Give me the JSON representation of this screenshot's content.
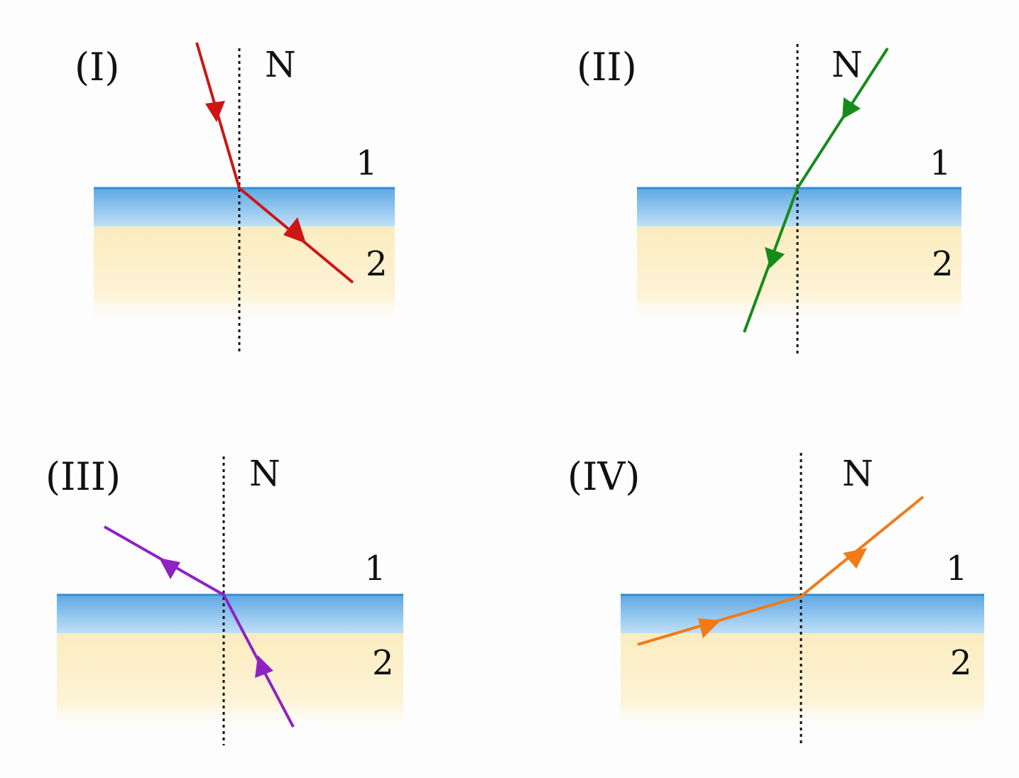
{
  "panels": [
    {
      "id": "(I)",
      "normal": "N",
      "medium_1": "1",
      "medium_2": "2",
      "ray_color": "#cc1616"
    },
    {
      "id": "(II)",
      "normal": "N",
      "medium_1": "1",
      "medium_2": "2",
      "ray_color": "#158c1a"
    },
    {
      "id": "(III)",
      "normal": "N",
      "medium_1": "1",
      "medium_2": "2",
      "ray_color": "#8e22c2"
    },
    {
      "id": "(IV)",
      "normal": "N",
      "medium_1": "1",
      "medium_2": "2",
      "ray_color": "#f07a18"
    }
  ],
  "colors": {
    "interface_line": "#2f8fd8",
    "medium_1_band": "#a9d3f2",
    "medium_2_fill": "#fbefc4",
    "normal_line": "#111111"
  }
}
